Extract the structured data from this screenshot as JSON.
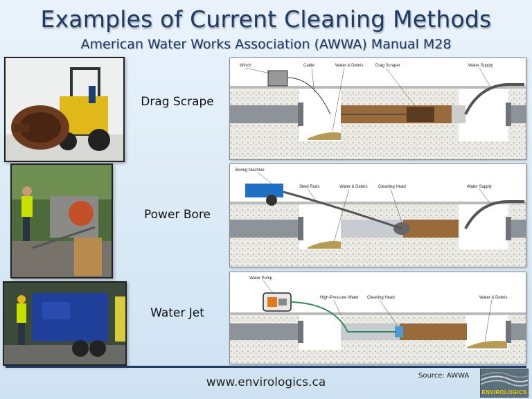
{
  "header": {
    "title": "Examples of Current Cleaning Methods",
    "subtitle": "American Water Works Association (AWWA) Manual M28"
  },
  "methods": [
    {
      "label": "Drag Scrape",
      "diagram_labels": [
        "Winch",
        "Cable",
        "Water & Debris",
        "Drag Scraper",
        "Water Supply"
      ]
    },
    {
      "label": "Power Bore",
      "diagram_labels": [
        "Boring Machine",
        "Steel Rods",
        "Water & Debris",
        "Cleaning Head",
        "Water Supply"
      ]
    },
    {
      "label": "Water Jet",
      "diagram_labels": [
        "Water Pump",
        "High-Pressure Water",
        "Cleaning Head",
        "Water & Debris"
      ]
    }
  ],
  "footer": {
    "source": "Source: AWWA",
    "website": "www.envirologics.ca",
    "logo_text": "ENVIROLOGICS"
  },
  "colors": {
    "title": "#1f3864",
    "pipe": "#8d9398",
    "debris": "#b79a55",
    "trench_fill": "#e9e6df"
  }
}
